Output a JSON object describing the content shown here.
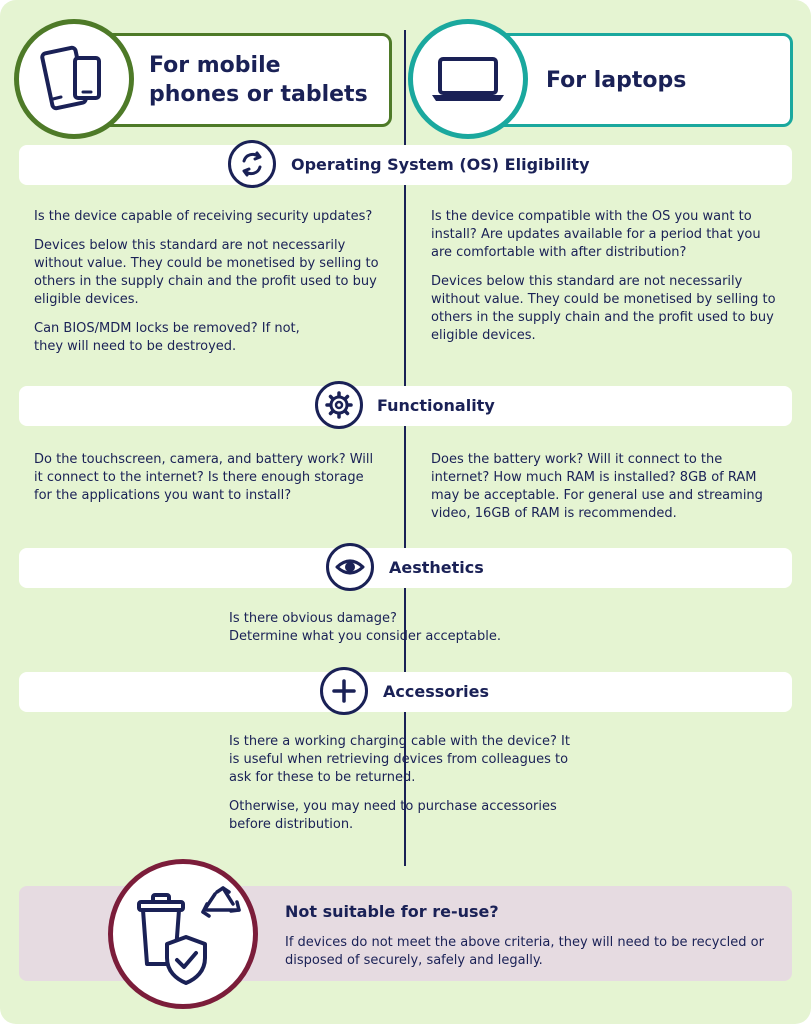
{
  "header": {
    "mobile_title_line1": "For mobile",
    "mobile_title_line2": "phones or tablets",
    "laptop_title": "For laptops",
    "mobile_icon": "phone-tablet-icon",
    "laptop_icon": "laptop-icon"
  },
  "sections": {
    "os": {
      "title": "Operating System (OS) Eligibility",
      "icon": "sync-icon",
      "mobile": [
        "Is the device capable of receiving security updates?",
        "Devices below this standard are not necessarily without value. They could be monetised by selling to others in the supply chain and the profit used to buy eligible devices.",
        "Can BIOS/MDM locks be removed? If not, they will need to be destroyed."
      ],
      "laptop": [
        "Is the device compatible with the OS you want to install? Are updates available for a period that you are comfortable with after distribution?",
        "Devices below this standard are not necessarily without value. They could be monetised by selling to others in the supply chain and the profit used to buy eligible devices."
      ]
    },
    "functionality": {
      "title": "Functionality",
      "icon": "gear-icon",
      "mobile": [
        "Do the touchscreen, camera, and battery work? Will it connect to the internet? Is there enough storage for the applications you want to install?"
      ],
      "laptop": [
        "Does the battery work? Will it connect to the internet? How much RAM is installed? 8GB of RAM may be acceptable. For general use and streaming video, 16GB of RAM is recommended."
      ]
    },
    "aesthetics": {
      "title": "Aesthetics",
      "icon": "eye-icon",
      "line1": "Is there obvious damage?",
      "line2": "Determine what you consider acceptable."
    },
    "accessories": {
      "title": "Accessories",
      "icon": "plus-icon",
      "para1": "Is there a working charging cable with the device? It is useful when retrieving devices from colleagues to ask for these to be returned.",
      "para2": "Otherwise, you may need to purchase accessories before distribution."
    }
  },
  "bottom": {
    "title": "Not suitable for re-use?",
    "text": "If devices do not meet the above criteria, they will need to be recycled or disposed of securely, safely and legally.",
    "icons": [
      "bin-icon",
      "shield-check-icon",
      "recycle-icon"
    ]
  },
  "colors": {
    "navy": "#1a2156",
    "green": "#4e7a28",
    "teal": "#1aa89e",
    "maroon": "#7b1d3a",
    "background": "#e5f4d2",
    "bottom_panel": "#e6dbe1"
  }
}
